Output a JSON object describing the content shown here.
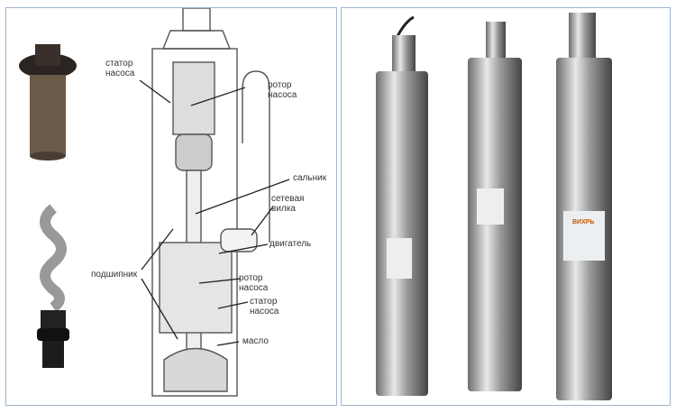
{
  "diagram": {
    "labels": {
      "stator_top": "статор насоса",
      "rotor_top": "ротор насоса",
      "seal": "сальник",
      "plug": "сетевая вилка",
      "motor": "двигатель",
      "bearing": "подшипник",
      "rotor_bottom": "ротор насоса",
      "stator_bottom": "статор насоса",
      "oil": "масло"
    }
  },
  "products": {
    "brand": "ВИХРЬ"
  }
}
